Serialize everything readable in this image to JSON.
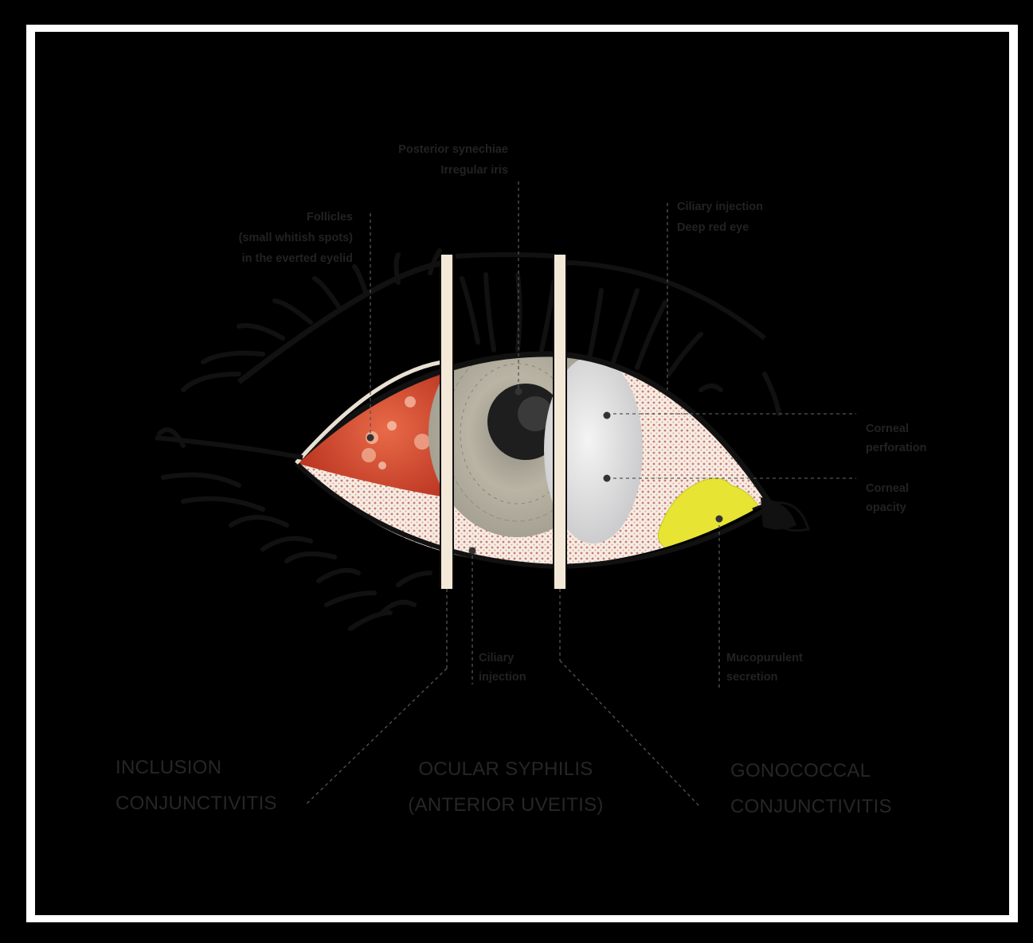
{
  "labels": {
    "posterior_synechiae": "Posterior synechiae\nIrregular iris",
    "follicles": "Follicles\n(small whitish spots)\nin the everted eyelid",
    "ciliary_injection_top": "Ciliary injection\nDeep red eye",
    "corneal_perforation": "Corneal\nperforation",
    "corneal_opacity": "Corneal\nopacity",
    "ciliary_injection_bottom": "Ciliary\ninjection",
    "mucopurulent_secretion": "Mucopurulent\nsecretion"
  },
  "captions": {
    "inclusion": "INCLUSION\nCONJUNCTIVITIS",
    "syphilis": "OCULAR SYPHILIS\n(ANTERIOR UVEITIS)",
    "gonococcal": "GONOCOCCAL\nCONJUNCTIVITIS"
  },
  "colors": {
    "frame_outer": "#000000",
    "frame_inner": "#ffffff",
    "background": "#f4e9d8",
    "lash": "#111111",
    "everted_lid": "#c9432a",
    "iris": "#b8b3a2",
    "pupil": "#1e1e1e",
    "cornea_white": "#e4e4e4",
    "secretion": "#e7e433",
    "injection_dots": "#b5564a"
  }
}
